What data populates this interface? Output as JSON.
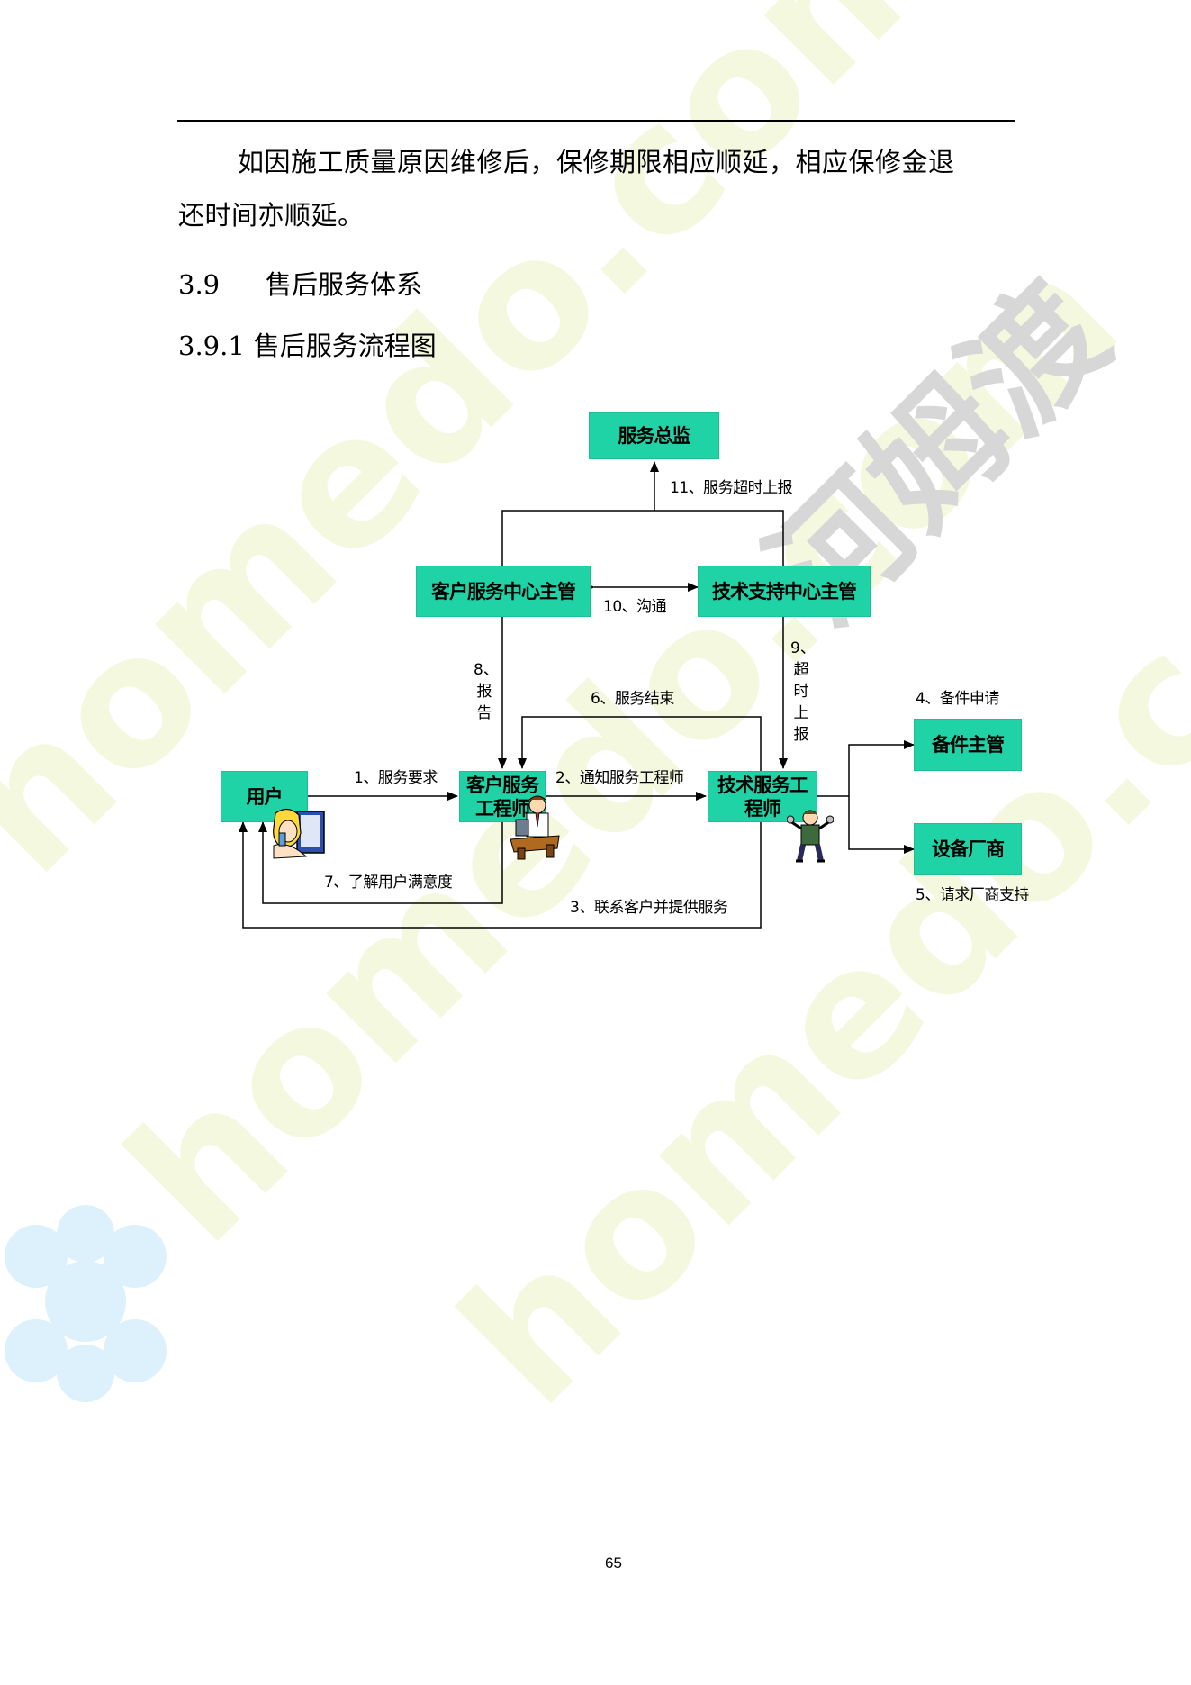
{
  "document": {
    "paragraph_line1": "如因施工质量原因维修后，保修期限相应顺延，相应保修金退",
    "paragraph_line2": "还时间亦顺延。",
    "section_number": "3.9",
    "section_title": "售后服务体系",
    "subsection_number": "3.9.1",
    "subsection_title": "售后服务流程图",
    "page_number": "65"
  },
  "watermark": {
    "text_latin": "homedo.com",
    "text_cn": "河姆渡"
  },
  "flowchart": {
    "nodes": {
      "service_director": "服务总监",
      "cs_center_manager": "客户服务中心主管",
      "tech_center_manager": "技术支持中心主管",
      "user": "用户",
      "cs_engineer": "客户服务工程师",
      "tech_engineer": "技术服务工程师",
      "parts_manager": "备件主管",
      "vendor": "设备厂商"
    },
    "edges": {
      "e1": "1、服务要求",
      "e2": "2、通知服务工程师",
      "e3": "3、联系客户并提供服务",
      "e4": "4、备件申请",
      "e5": "5、请求厂商支持",
      "e6": "6、服务结束",
      "e7": "7、了解用户满意度",
      "e8": "8、报告",
      "e9": "9、超时上报",
      "e10": "10、沟通",
      "e11": "11、服务超时上报"
    },
    "colors": {
      "node_fill": "#1fd3a6",
      "line": "#000000"
    }
  }
}
